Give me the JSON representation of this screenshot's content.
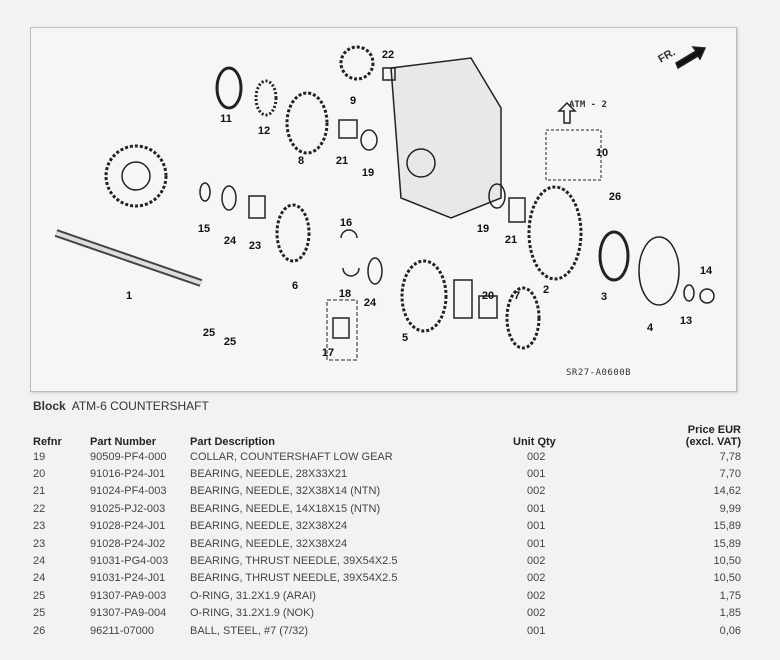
{
  "diagram": {
    "callouts": [
      "11",
      "12",
      "8",
      "9",
      "22",
      "21",
      "19",
      "10",
      "26",
      "15",
      "24",
      "23",
      "16",
      "18",
      "24",
      "6",
      "1",
      "25",
      "25",
      "17",
      "5",
      "19",
      "21",
      "20",
      "7",
      "2",
      "3",
      "4",
      "13",
      "14"
    ],
    "atm_label": "ATM - 2",
    "direction_label": "FR.",
    "diagram_code": "SR27-A0600B"
  },
  "block": {
    "label": "Block",
    "name": "ATM-6 COUNTERSHAFT"
  },
  "table": {
    "headers": {
      "refnr": "Refnr",
      "part_number": "Part Number",
      "description": "Part Description",
      "unit_qty": "Unit Qty",
      "price_line1": "Price EUR",
      "price_line2": "(excl. VAT)"
    },
    "rows": [
      {
        "refnr": "19",
        "part": "90509-PF4-000",
        "desc": "COLLAR, COUNTERSHAFT LOW GEAR",
        "qty": "002",
        "price": "7,78"
      },
      {
        "refnr": "20",
        "part": "91016-P24-J01",
        "desc": "BEARING, NEEDLE, 28X33X21",
        "qty": "001",
        "price": "7,70"
      },
      {
        "refnr": "21",
        "part": "91024-PF4-003",
        "desc": "BEARING, NEEDLE, 32X38X14 (NTN)",
        "qty": "002",
        "price": "14,62"
      },
      {
        "refnr": "22",
        "part": "91025-PJ2-003",
        "desc": "BEARING, NEEDLE, 14X18X15 (NTN)",
        "qty": "001",
        "price": "9,99"
      },
      {
        "refnr": "23",
        "part": "91028-P24-J01",
        "desc": "BEARING, NEEDLE, 32X38X24",
        "qty": "001",
        "price": "15,89"
      },
      {
        "refnr": "23",
        "part": "91028-P24-J02",
        "desc": "BEARING, NEEDLE, 32X38X24",
        "qty": "001",
        "price": "15,89"
      },
      {
        "refnr": "24",
        "part": "91031-PG4-003",
        "desc": "BEARING, THRUST NEEDLE, 39X54X2.5",
        "qty": "002",
        "price": "10,50"
      },
      {
        "refnr": "24",
        "part": "91031-P24-J01",
        "desc": "BEARING, THRUST NEEDLE, 39X54X2.5",
        "qty": "002",
        "price": "10,50"
      },
      {
        "refnr": "25",
        "part": "91307-PA9-003",
        "desc": "O-RING, 31.2X1.9 (ARAI)",
        "qty": "002",
        "price": "1,75"
      },
      {
        "refnr": "25",
        "part": "91307-PA9-004",
        "desc": "O-RING, 31.2X1.9 (NOK)",
        "qty": "002",
        "price": "1,85"
      },
      {
        "refnr": "26",
        "part": "96211-07000",
        "desc": "BALL, STEEL, #7 (7/32)",
        "qty": "001",
        "price": "0,06"
      }
    ]
  }
}
